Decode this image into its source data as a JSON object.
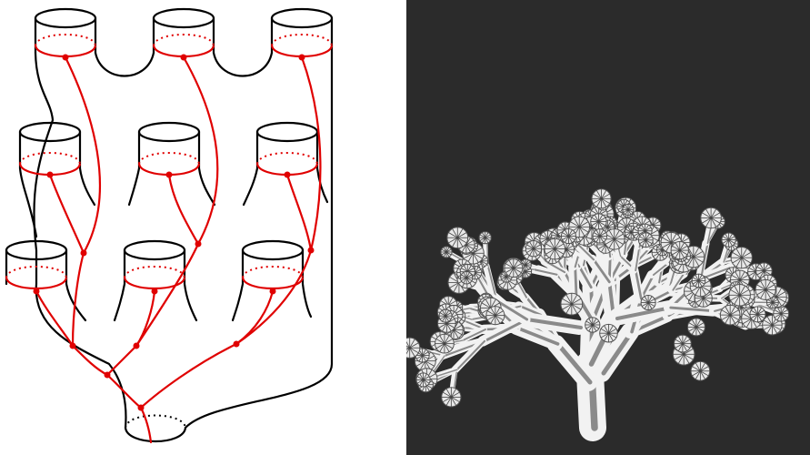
{
  "diagram": {
    "outline_color": "#000000",
    "tree_color": "#e00000",
    "cylinder_rows": [
      3,
      3,
      3
    ],
    "bottom_boundary": 1
  },
  "illustration": {
    "subject": "coral-engraving",
    "background_color": "#2b2b2b",
    "ink_color": "#f2f2f2"
  }
}
